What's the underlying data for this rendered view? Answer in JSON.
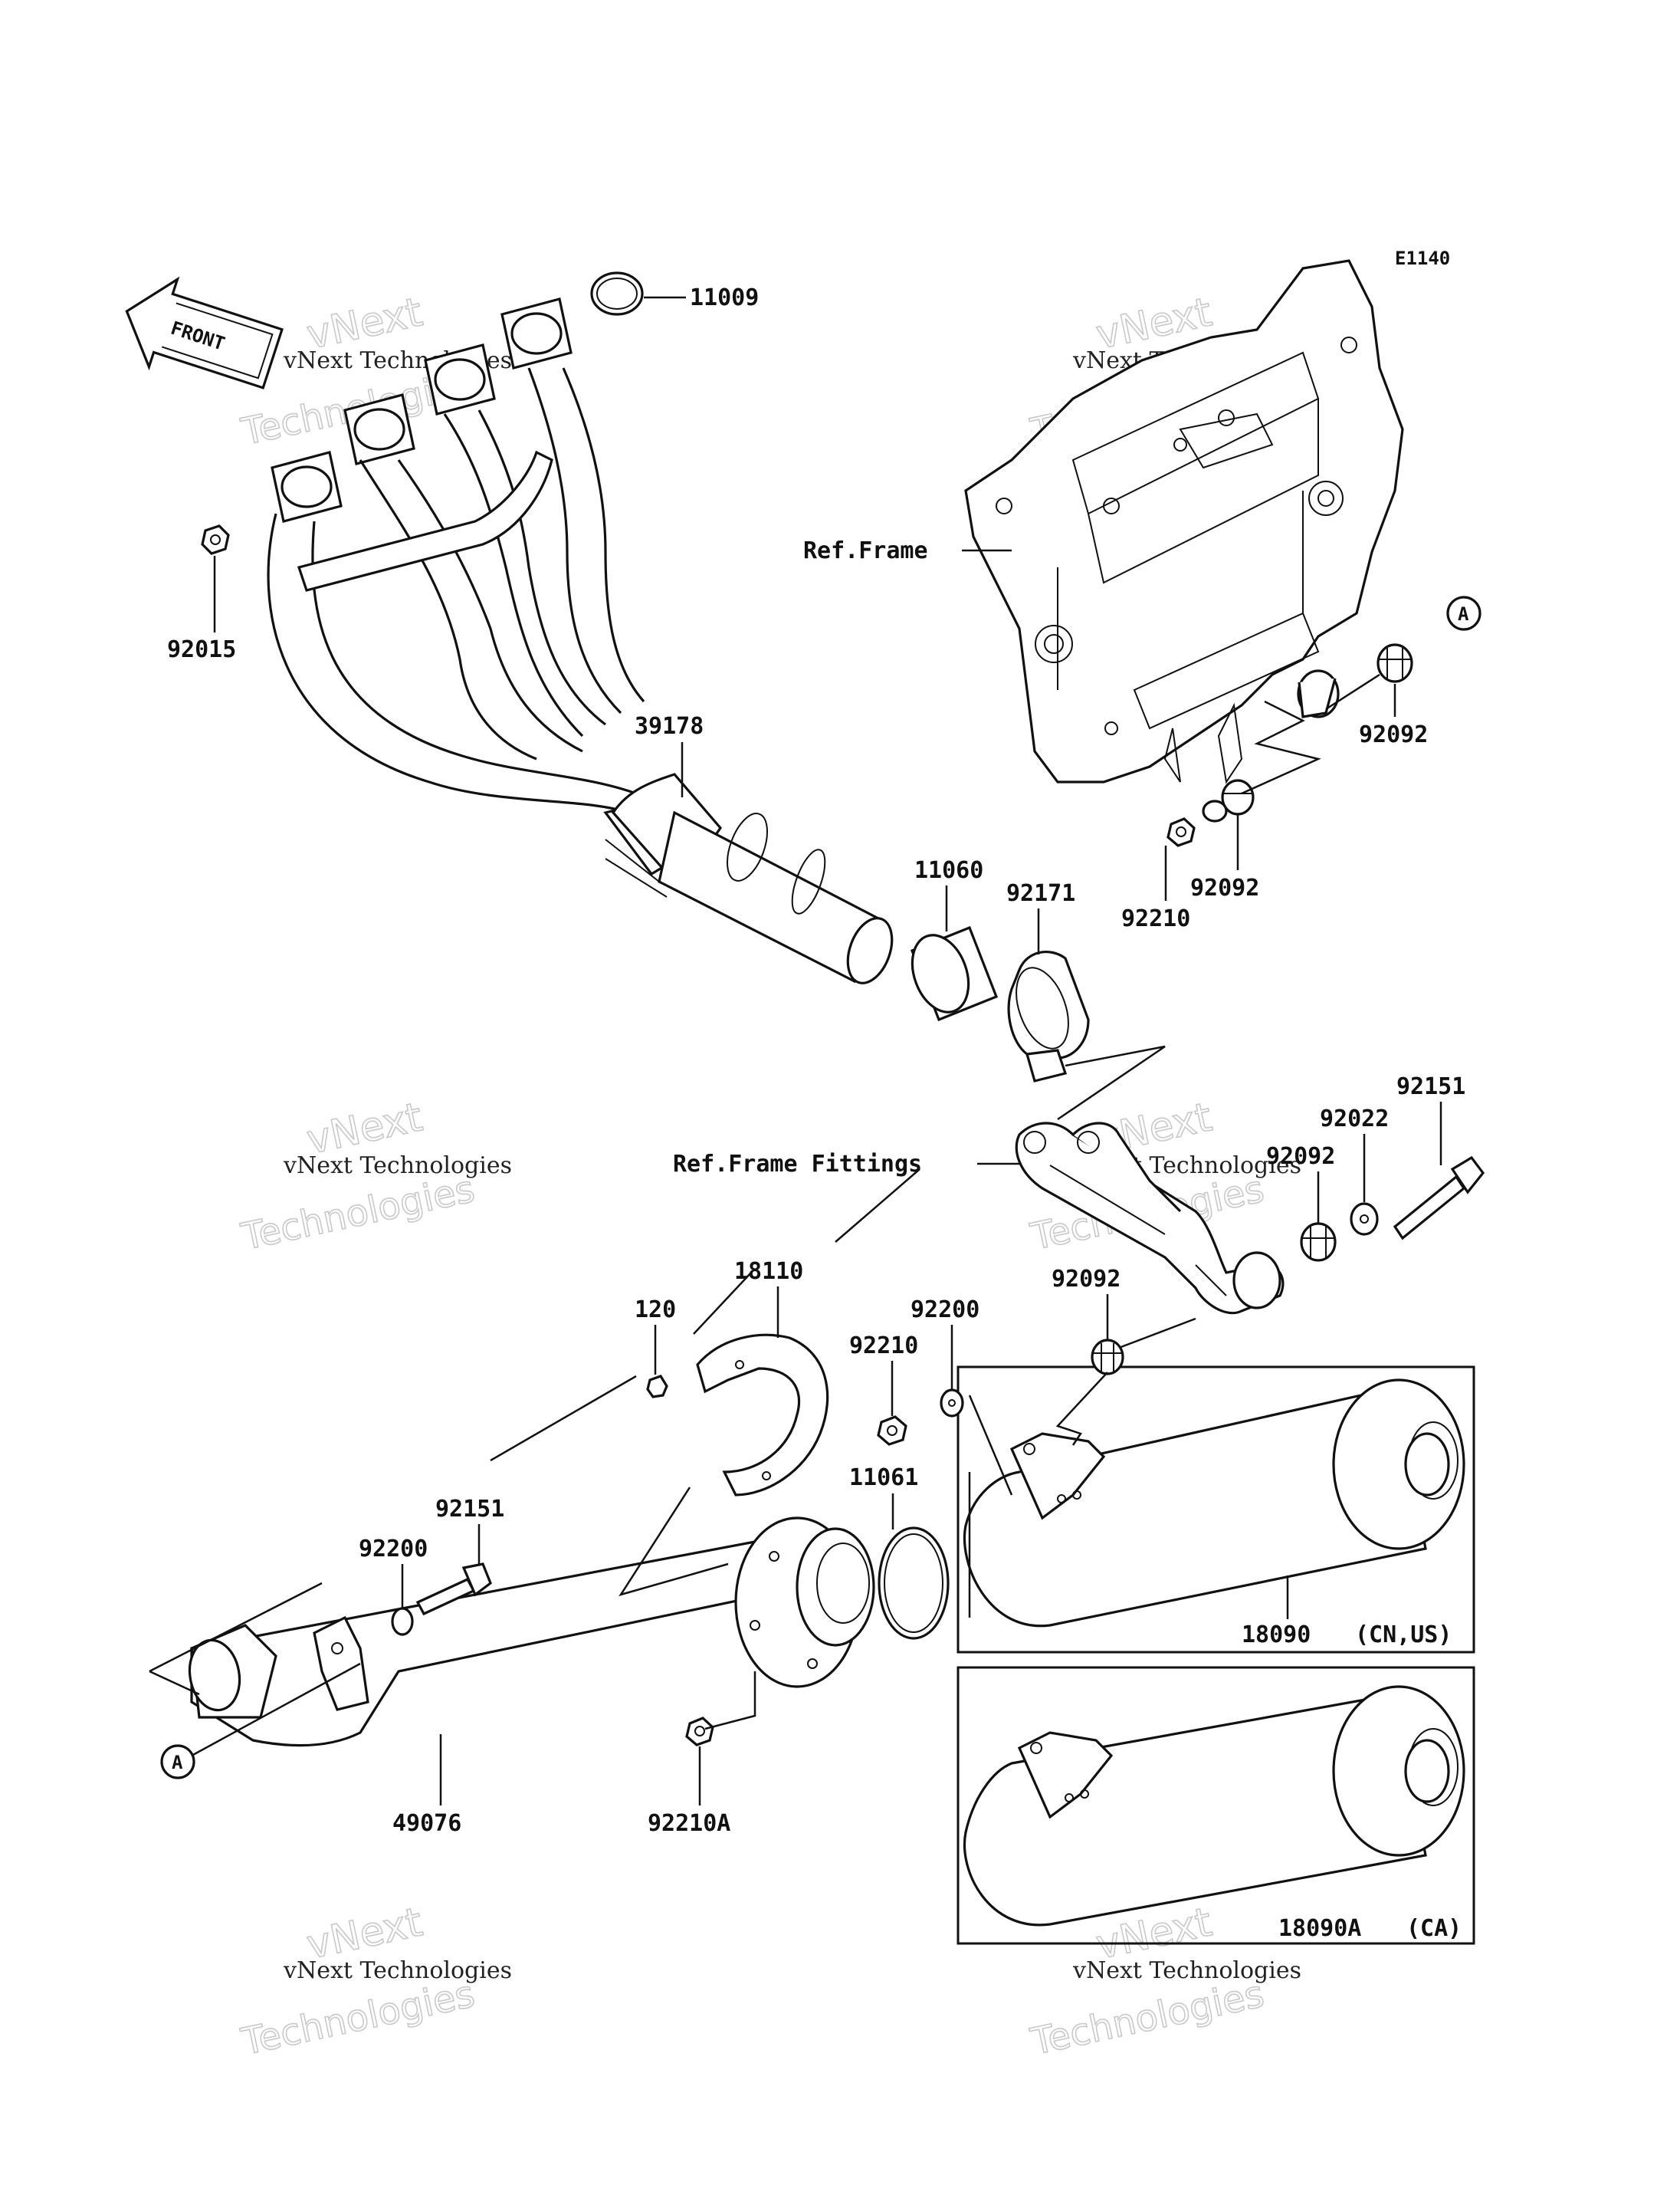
{
  "diagram_code": "E1140",
  "front_marker": "FRONT",
  "reference_labels": {
    "ref_frame": "Ref.Frame",
    "ref_frame_fittings": "Ref.Frame Fittings"
  },
  "connector_marker": "A",
  "parts": {
    "p11009": "11009",
    "p92015": "92015",
    "p39178": "39178",
    "p11060": "11060",
    "p92171": "92171",
    "p92092_a": "92092",
    "p92092_b": "92092",
    "p92210_a": "92210",
    "p92151_a": "92151",
    "p92022": "92022",
    "p92092_c": "92092",
    "p92092_d": "92092",
    "p18110": "18110",
    "p120": "120",
    "p92200_a": "92200",
    "p92210_b": "92210",
    "p11061": "11061",
    "p92151_b": "92151",
    "p92200_b": "92200",
    "p49076": "49076",
    "p92210A": "92210A",
    "p18090": "18090",
    "p18090_note": "(CN,US)",
    "p18090A": "18090A",
    "p18090A_note": "(CA)"
  },
  "watermark": {
    "brand": "vNext",
    "company": "vNext Technologies",
    "word": "Technologies"
  },
  "colors": {
    "line": "#111111",
    "watermark": "#c9c9c9",
    "background": "#ffffff"
  }
}
